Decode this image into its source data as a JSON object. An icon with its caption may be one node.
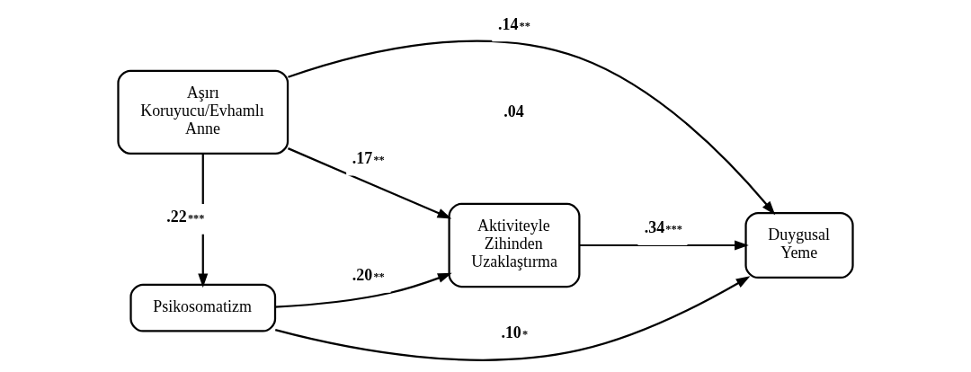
{
  "diagram": {
    "nodes": [
      {
        "text": [
          "Psikosomatizm"
        ]
      },
      {
        "text": [
          "Aktiviteyle Zihinden Uzaklaştırma"
        ]
      },
      {
        "text": [
          "Aşırı Koruyucu/Evhamlı Anne"
        ]
      },
      {
        "text": [
          "Duygusal Yeme"
        ]
      }
    ],
    "edges": [
      {
        "from": 2,
        "to": 0,
        "arrow": "to",
        "label": ".22$^{***}$"
      },
      {
        "from": 0,
        "to": 1,
        "arrow": "to",
        "label": ".20$^{**}$"
      },
      {
        "from": 2,
        "to": 1,
        "arrow": "to",
        "label": ".17$^{**}$"
      },
      {
        "from": 0,
        "to": 3,
        "arrow": "to",
        "label": ".10$^{*}$"
      },
      {
        "from": 1,
        "to": 3,
        "arrow": "to",
        "label": ".34$^{***}$"
      },
      {
        "from": 2,
        "to": 3,
        "arrow": "to",
        "label": ".14$^{**}$"
      }
    ],
    "labels": [
      ".04"
    ]
  }
}
